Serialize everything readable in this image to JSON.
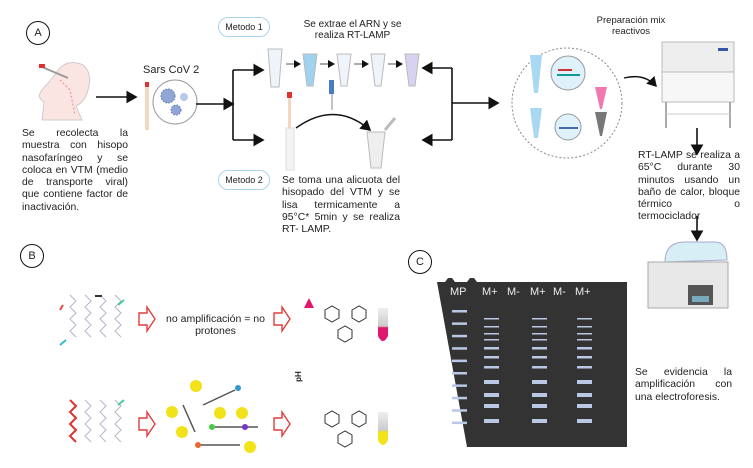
{
  "panels": {
    "a": "A",
    "b": "B",
    "c": "C"
  },
  "panel_a": {
    "sample_text": "Se recolecta la muestra con hisopo nasofaríngeo y se coloca en VTM (medio de transporte viral) que contiene factor de inactivación.",
    "virus_label": "Sars CoV 2",
    "method1_label": "Metodo 1",
    "method1_text": "Se extrae el ARN y se realiza RT-LAMP",
    "method2_label": "Metodo 2",
    "method2_text": "Se toma una alicuota del hisopado del VTM y se lisa termicamente a 95°C* 5min y se realiza RT- LAMP.",
    "mix_label": "Preparación mix reactivos",
    "rtlamp_text": "RT-LAMP se realiza a 65°C durante 30 minutos usando un baño de calor, bloque térmico o termociclador",
    "electro_text": "Se evidencia la amplificación con una electroforesis."
  },
  "panel_b": {
    "no_amp_text": "no amplificación = no protones",
    "ph_label": "pH",
    "colors": {
      "negative": "#e0176f",
      "positive": "#f2e21a",
      "arrow": "#e33b3b"
    }
  },
  "panel_c": {
    "lanes": [
      "MP",
      "M+",
      "M-",
      "M+",
      "M-",
      "M+"
    ],
    "gel_color": "#333333",
    "band_color": "#b9c8e6"
  }
}
